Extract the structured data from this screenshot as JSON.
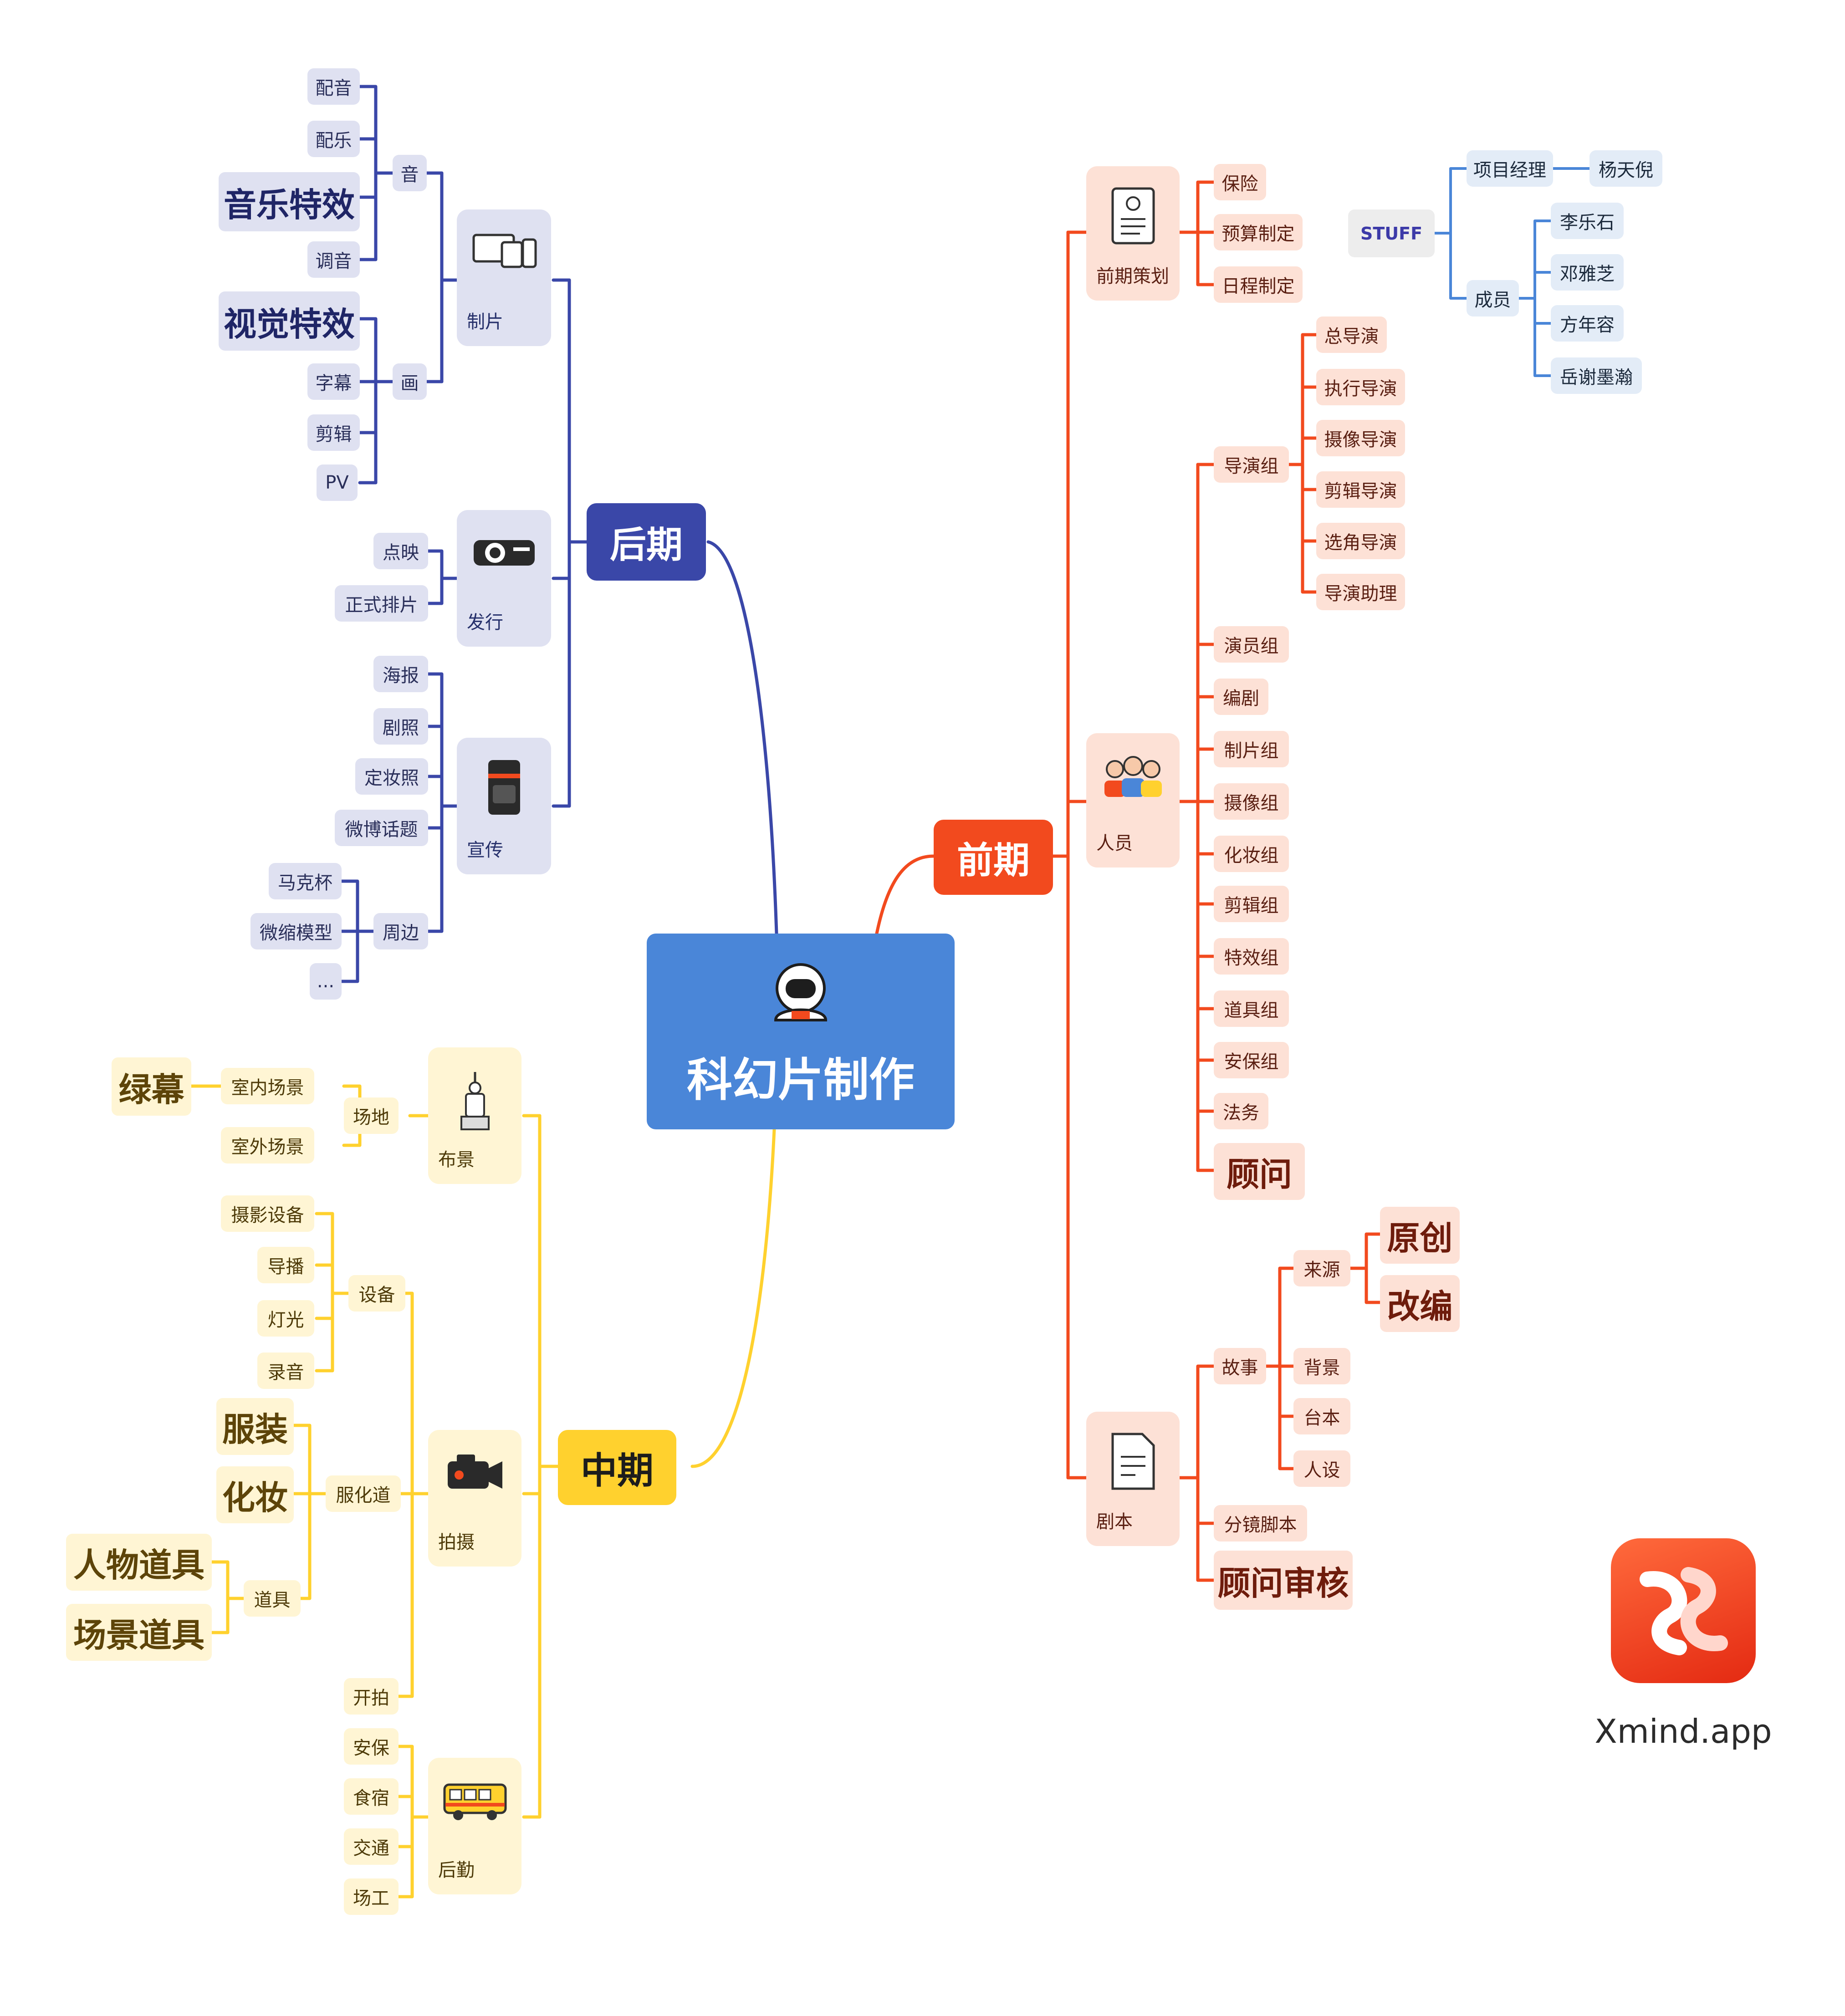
{
  "root": {
    "title": "科幻片制作",
    "icon": "astronaut-icon"
  },
  "colors": {
    "root": "#4a86d8",
    "post": "#3a47a8",
    "pre": "#f24a1e",
    "mid": "#ffd12e",
    "staff": "#4a86d8"
  },
  "branches": {
    "post": {
      "label": "后期",
      "production": {
        "label": "制片",
        "icon": "devices-icon",
        "sound": {
          "label": "音",
          "items": [
            "配音",
            "配乐",
            "音乐特效",
            "调音"
          ]
        },
        "picture": {
          "label": "画",
          "items": [
            "视觉特效",
            "字幕",
            "剪辑",
            "PV"
          ]
        }
      },
      "release": {
        "label": "发行",
        "icon": "projector-icon",
        "items": [
          "点映",
          "正式排片"
        ]
      },
      "promo": {
        "label": "宣传",
        "icon": "camera-lens-icon",
        "items": [
          "海报",
          "剧照",
          "定妆照",
          "微博话题"
        ],
        "merch": {
          "label": "周边",
          "items": [
            "马克杯",
            "微缩模型",
            "..."
          ]
        }
      }
    },
    "pre": {
      "label": "前期",
      "planning": {
        "label": "前期策划",
        "icon": "document-icon",
        "items": [
          "保险",
          "预算制定",
          "日程制定"
        ]
      },
      "staff": {
        "label": "人员",
        "icon": "people-icon",
        "directors": {
          "label": "导演组",
          "items": [
            "总导演",
            "执行导演",
            "摄像导演",
            "剪辑导演",
            "选角导演",
            "导演助理"
          ]
        },
        "groups": [
          "演员组",
          "编剧",
          "制片组",
          "摄像组",
          "化妆组",
          "剪辑组",
          "特效组",
          "道具组",
          "安保组",
          "法务"
        ],
        "advisor": "顾问"
      },
      "script": {
        "label": "剧本",
        "icon": "script-icon",
        "story": {
          "label": "故事",
          "source": {
            "label": "来源",
            "items": [
              "原创",
              "改编"
            ]
          },
          "items": [
            "背景",
            "台本",
            "人设"
          ]
        },
        "storyboard": "分镜脚本",
        "review": "顾问审核"
      }
    },
    "mid": {
      "label": "中期",
      "set": {
        "label": "布景",
        "icon": "statue-icon",
        "venue": {
          "label": "场地",
          "indoor": "室内场景",
          "outdoor": "室外场景",
          "green": "绿幕"
        }
      },
      "shoot": {
        "label": "拍摄",
        "icon": "video-camera-icon",
        "equipment": {
          "label": "设备",
          "items": [
            "摄影设备",
            "导播",
            "灯光",
            "录音"
          ]
        },
        "wardrobe": {
          "label": "服化道",
          "costume": "服装",
          "makeup": "化妆",
          "props": {
            "label": "道具",
            "items": [
              "人物道具",
              "场景道具"
            ]
          }
        },
        "start": "开拍"
      },
      "logistics": {
        "label": "后勤",
        "icon": "bus-icon",
        "items": [
          "安保",
          "食宿",
          "交通",
          "场工"
        ]
      }
    }
  },
  "stuff": {
    "label": "STUFF",
    "pm": {
      "label": "项目经理",
      "name": "杨天倪"
    },
    "members": {
      "label": "成员",
      "items": [
        "李乐石",
        "邓雅芝",
        "方年容",
        "岳谢墨瀚"
      ]
    }
  },
  "app": {
    "name": "Xmind.app",
    "icon": "xmind-logo-icon"
  }
}
